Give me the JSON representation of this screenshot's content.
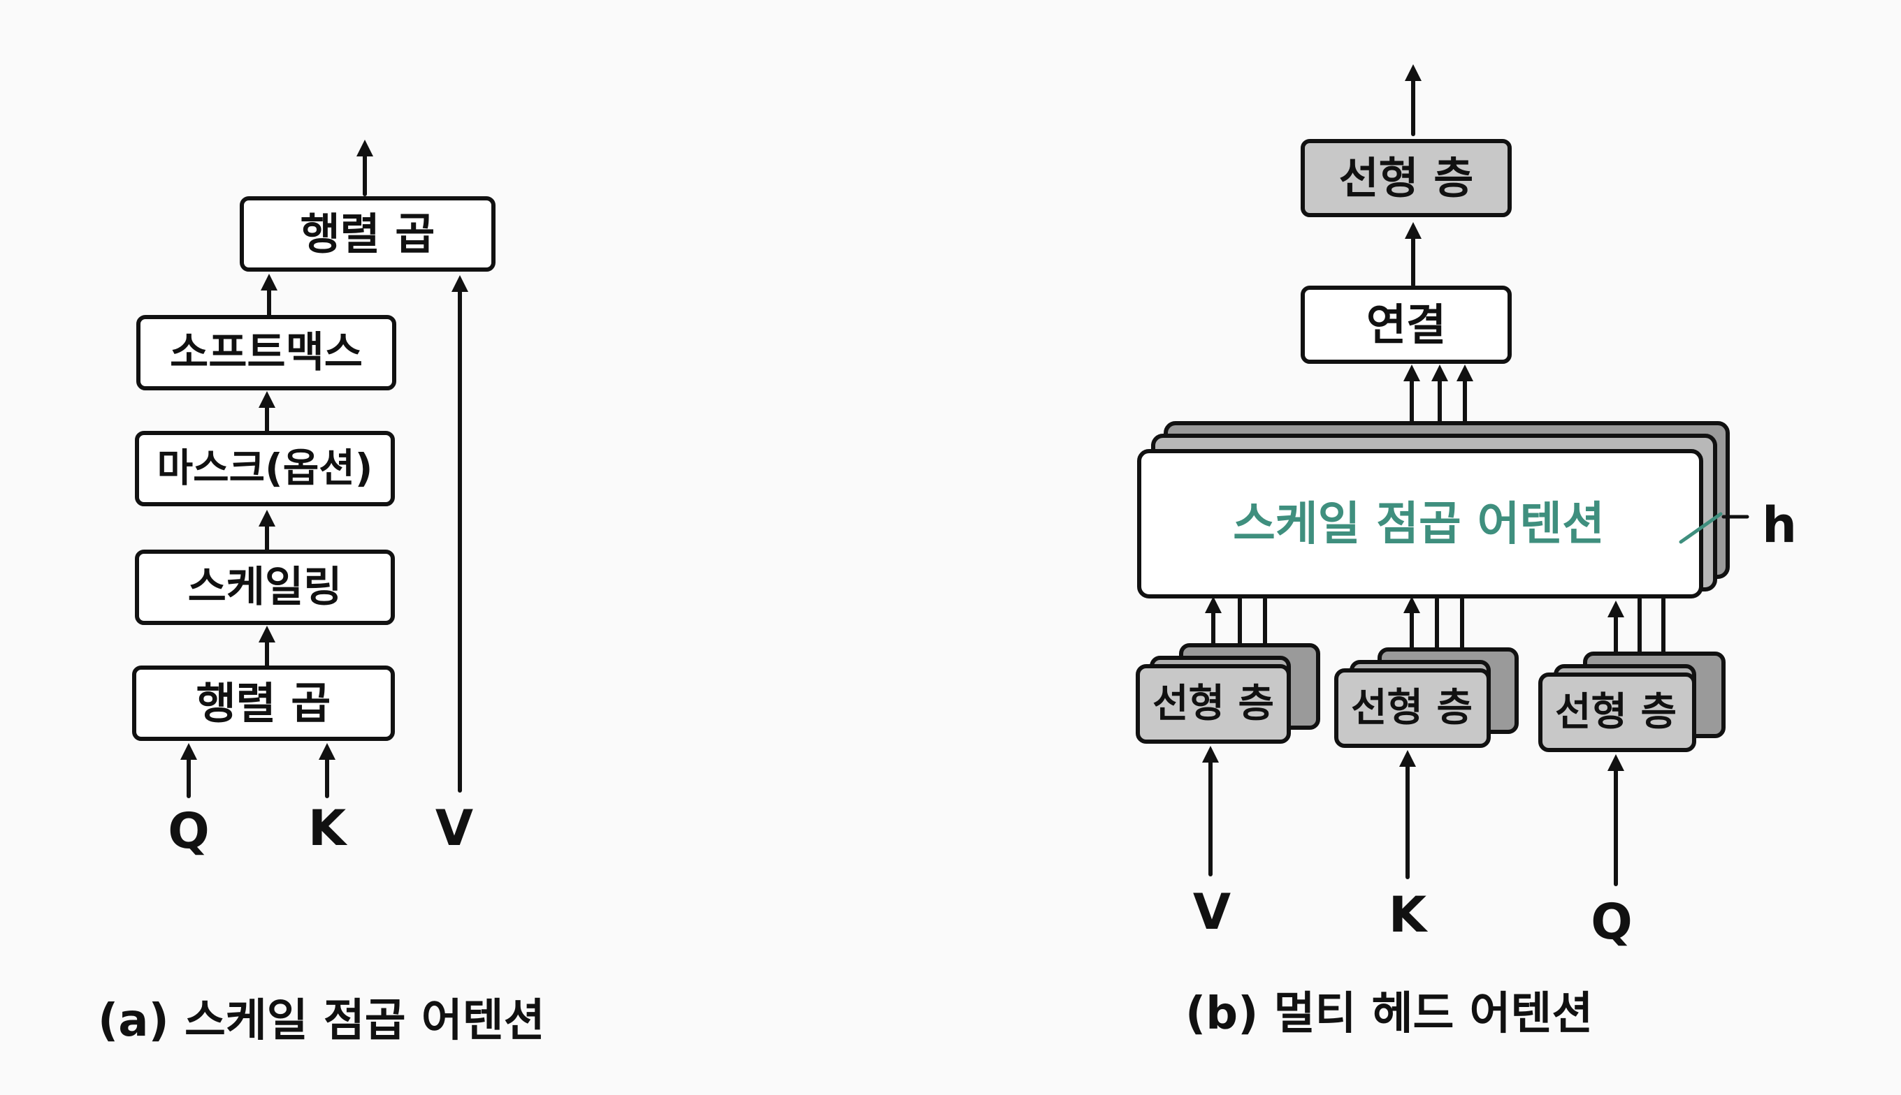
{
  "colors": {
    "ink": "#111111",
    "box_fill": "#ffffff",
    "gray_fill": "#c8c8c8",
    "gray_fill_back": "#9a9a9a",
    "accent": "#3f8f7e",
    "background": "#fafafa"
  },
  "diagram_a": {
    "caption": "(a) 스케일 점곱 어텐션",
    "blocks": {
      "matmul_top": "행렬 곱",
      "softmax": "소프트맥스",
      "mask": "마스크(옵션)",
      "scaling": "스케일링",
      "matmul_bottom": "행렬 곱"
    },
    "inputs": {
      "q": "Q",
      "k": "K",
      "v": "V"
    }
  },
  "diagram_b": {
    "caption": "(b) 멀티 헤드 어텐션",
    "blocks": {
      "linear_top": "선형 층",
      "concat": "연결",
      "attention": "스케일 점곱 어텐션",
      "heads_label": "h",
      "linear_v": "선형 층",
      "linear_k": "선형 층",
      "linear_q": "선형 층"
    },
    "inputs": {
      "v": "V",
      "k": "K",
      "q": "Q"
    }
  }
}
